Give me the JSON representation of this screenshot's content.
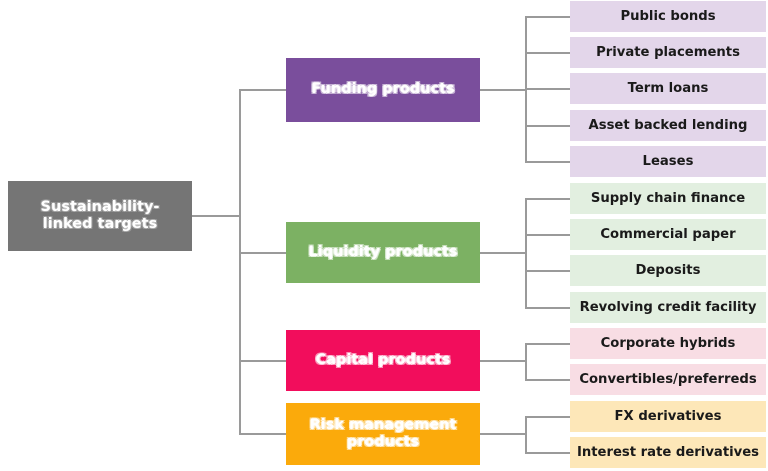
{
  "diagram": {
    "type": "tree-map",
    "title_node": {
      "label": "Sustainability-linked targets",
      "color": "#757575",
      "text_color": "#ffffff"
    },
    "categories": [
      {
        "label": "Funding products",
        "color": "#7a4e9c",
        "leaf_color": "#e3d6ea",
        "children": [
          "Public bonds",
          "Private placements",
          "Term loans",
          "Asset backed lending",
          "Leases"
        ]
      },
      {
        "label": "Liquidity products",
        "color": "#7cb163",
        "leaf_color": "#e2efe0",
        "children": [
          "Supply chain finance",
          "Commercial paper",
          "Deposits",
          "Revolving credit facility"
        ]
      },
      {
        "label": "Capital products",
        "color": "#f20d5c",
        "leaf_color": "#f8dde4",
        "children": [
          "Corporate hybrids",
          "Convertibles/preferreds"
        ]
      },
      {
        "label": "Risk management products",
        "color": "#fbaa0b",
        "leaf_color": "#fde7b8",
        "children": [
          "FX derivatives",
          "Interest rate derivatives"
        ]
      }
    ],
    "connector_color": "#9a9a9a"
  }
}
